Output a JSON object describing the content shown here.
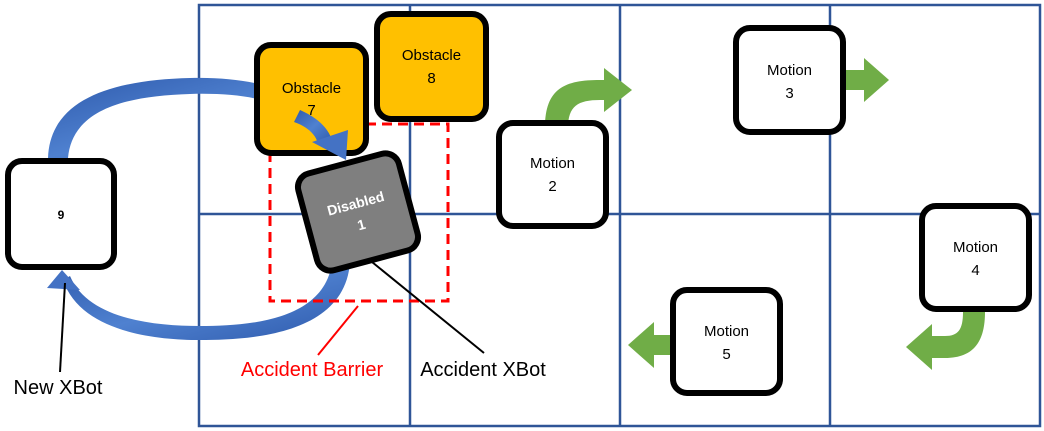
{
  "colors": {
    "grid": "#2F5597",
    "obstacle_fill": "#FFC000",
    "disabled_fill": "#7F7F7F",
    "motion_arrow": "#70AD47",
    "swap_arrow": "#4472C4",
    "barrier": "#FF0000",
    "outline": "#000000"
  },
  "xbots": [
    {
      "kind": "obstacle",
      "name": "Obstacle",
      "number": "7"
    },
    {
      "kind": "obstacle",
      "name": "Obstacle",
      "number": "8"
    },
    {
      "kind": "disabled",
      "name": "Disabled",
      "number": "1"
    },
    {
      "kind": "motion",
      "name": "Motion",
      "number": "2"
    },
    {
      "kind": "motion",
      "name": "Motion",
      "number": "3"
    },
    {
      "kind": "motion",
      "name": "Motion",
      "number": "4"
    },
    {
      "kind": "motion",
      "name": "Motion",
      "number": "5"
    },
    {
      "kind": "spare",
      "name": "",
      "number": "9"
    }
  ],
  "callouts": {
    "new_xbot": "New XBot",
    "accident_barrier": "Accident Barrier",
    "accident_xbot": "Accident XBot"
  },
  "icons": {
    "motion_arrow": "green-arrow-icon",
    "swap_arrow": "blue-curved-arrow-icon"
  }
}
